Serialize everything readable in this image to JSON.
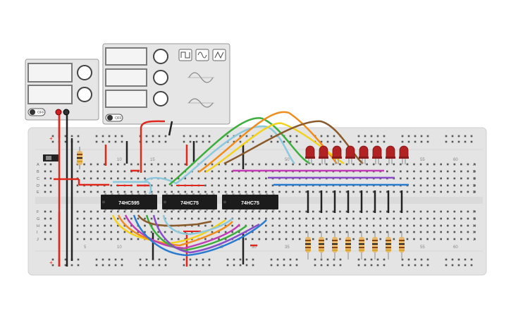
{
  "power_supply": {
    "off_label": "OFF"
  },
  "function_generator": {
    "off_label": "OFF",
    "waveforms": [
      "square-wave-icon",
      "sine-wave-icon",
      "triangle-wave-icon"
    ]
  },
  "breadboard": {
    "row_letters_top": [
      "A",
      "B",
      "C",
      "D",
      "E"
    ],
    "row_letters_bottom": [
      "F",
      "G",
      "H",
      "I",
      "J"
    ],
    "column_numbers_top": [
      "10",
      "15",
      "50",
      "55",
      "60"
    ],
    "column_numbers_bottom": [
      "5",
      "10",
      "25",
      "30",
      "35",
      "55",
      "60"
    ]
  },
  "chips": [
    {
      "label": "74HC595"
    },
    {
      "label": "74HC75"
    },
    {
      "label": "74HC75"
    }
  ],
  "leds": {
    "count": 8,
    "color": "#b22222"
  },
  "wire_colors": {
    "red": "#e0281c",
    "black": "#222222",
    "green": "#3cae3c",
    "orange": "#f08c1c",
    "yellow": "#f4d21c",
    "brown": "#8b5a2b",
    "lightblue": "#8cc8dc",
    "blue": "#2a7cd0",
    "magenta": "#c23cb4",
    "purple": "#8a4cc8"
  }
}
